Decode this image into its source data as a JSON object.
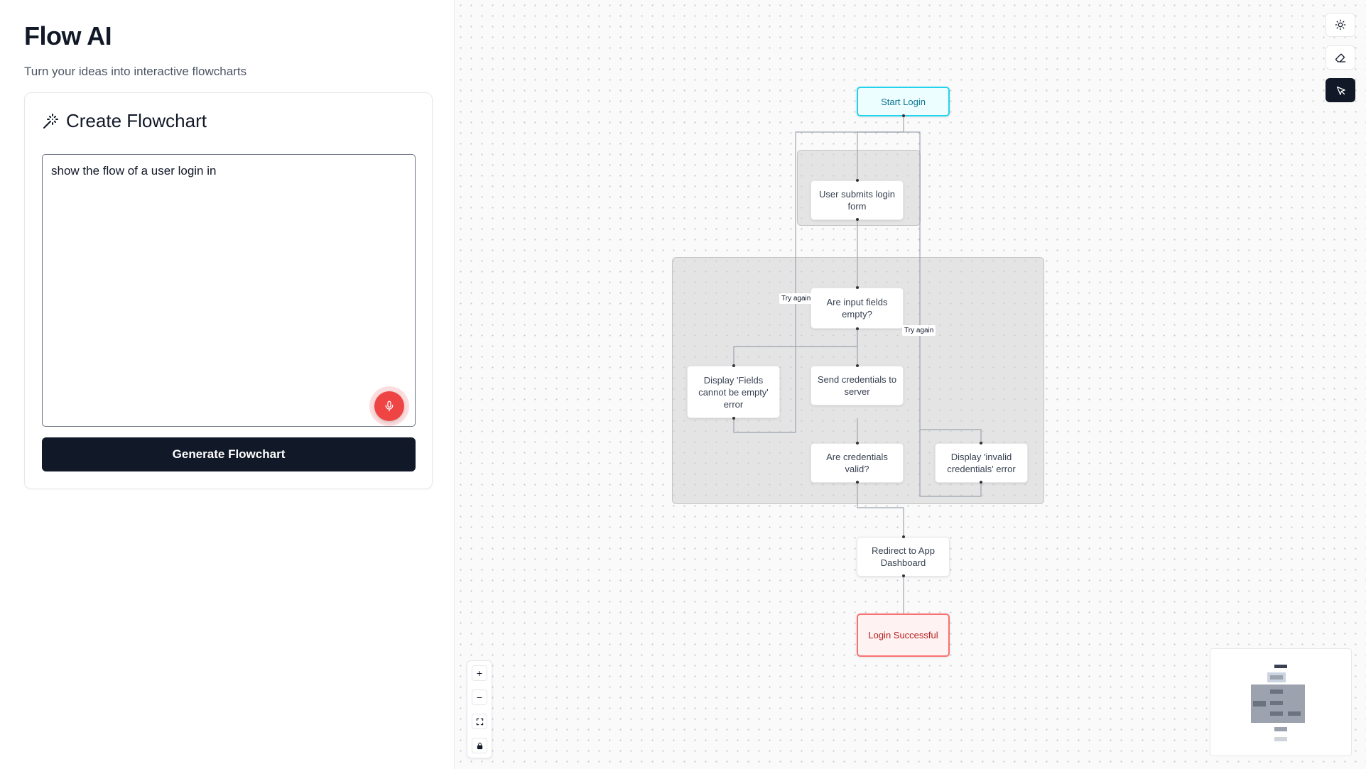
{
  "app": {
    "title": "Flow AI",
    "subtitle": "Turn your ideas into interactive flowcharts"
  },
  "card": {
    "title": "Create Flowchart",
    "icon": "magic-wand-icon",
    "prompt_value": "show the flow of a user login in",
    "mic_icon": "microphone-icon",
    "generate_label": "Generate Flowchart"
  },
  "flowchart": {
    "nodes": {
      "start": "Start Login",
      "submit": "User submits login form",
      "empty_check": "Are input fields empty?",
      "empty_error": "Display 'Fields cannot be empty' error",
      "send": "Send credentials to server",
      "valid_check": "Are credentials valid?",
      "invalid_error": "Display 'invalid credentials' error",
      "redirect": "Redirect to App Dashboard",
      "success": "Login Successful"
    },
    "edge_labels": {
      "retry_left": "Try again",
      "retry_right": "Try again"
    },
    "colors": {
      "start_border": "#22d3ee",
      "end_border": "#f87171",
      "accent": "#111827"
    }
  },
  "toolbar": {
    "theme_icon": "sun-icon",
    "eraser_icon": "eraser-icon",
    "select_icon": "pointer-icon"
  },
  "controls": {
    "zoom_in": "+",
    "zoom_out": "−",
    "fit_icon": "fit-view-icon",
    "lock_icon": "lock-icon"
  }
}
